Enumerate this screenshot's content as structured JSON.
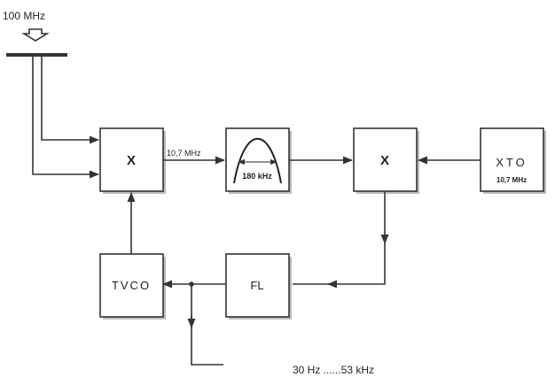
{
  "input_label": "100 MHz",
  "mixer1_label": "X",
  "if_freq_label": "10,7 MHz",
  "filter_bw_label": "180 kHz",
  "mixer2_label": "X",
  "xto_label": "XTO",
  "xto_freq_label": "10,7 MHz",
  "tvco_label": "TVCO",
  "fl_label": "FL",
  "output_label": "30 Hz ......53 kHz"
}
